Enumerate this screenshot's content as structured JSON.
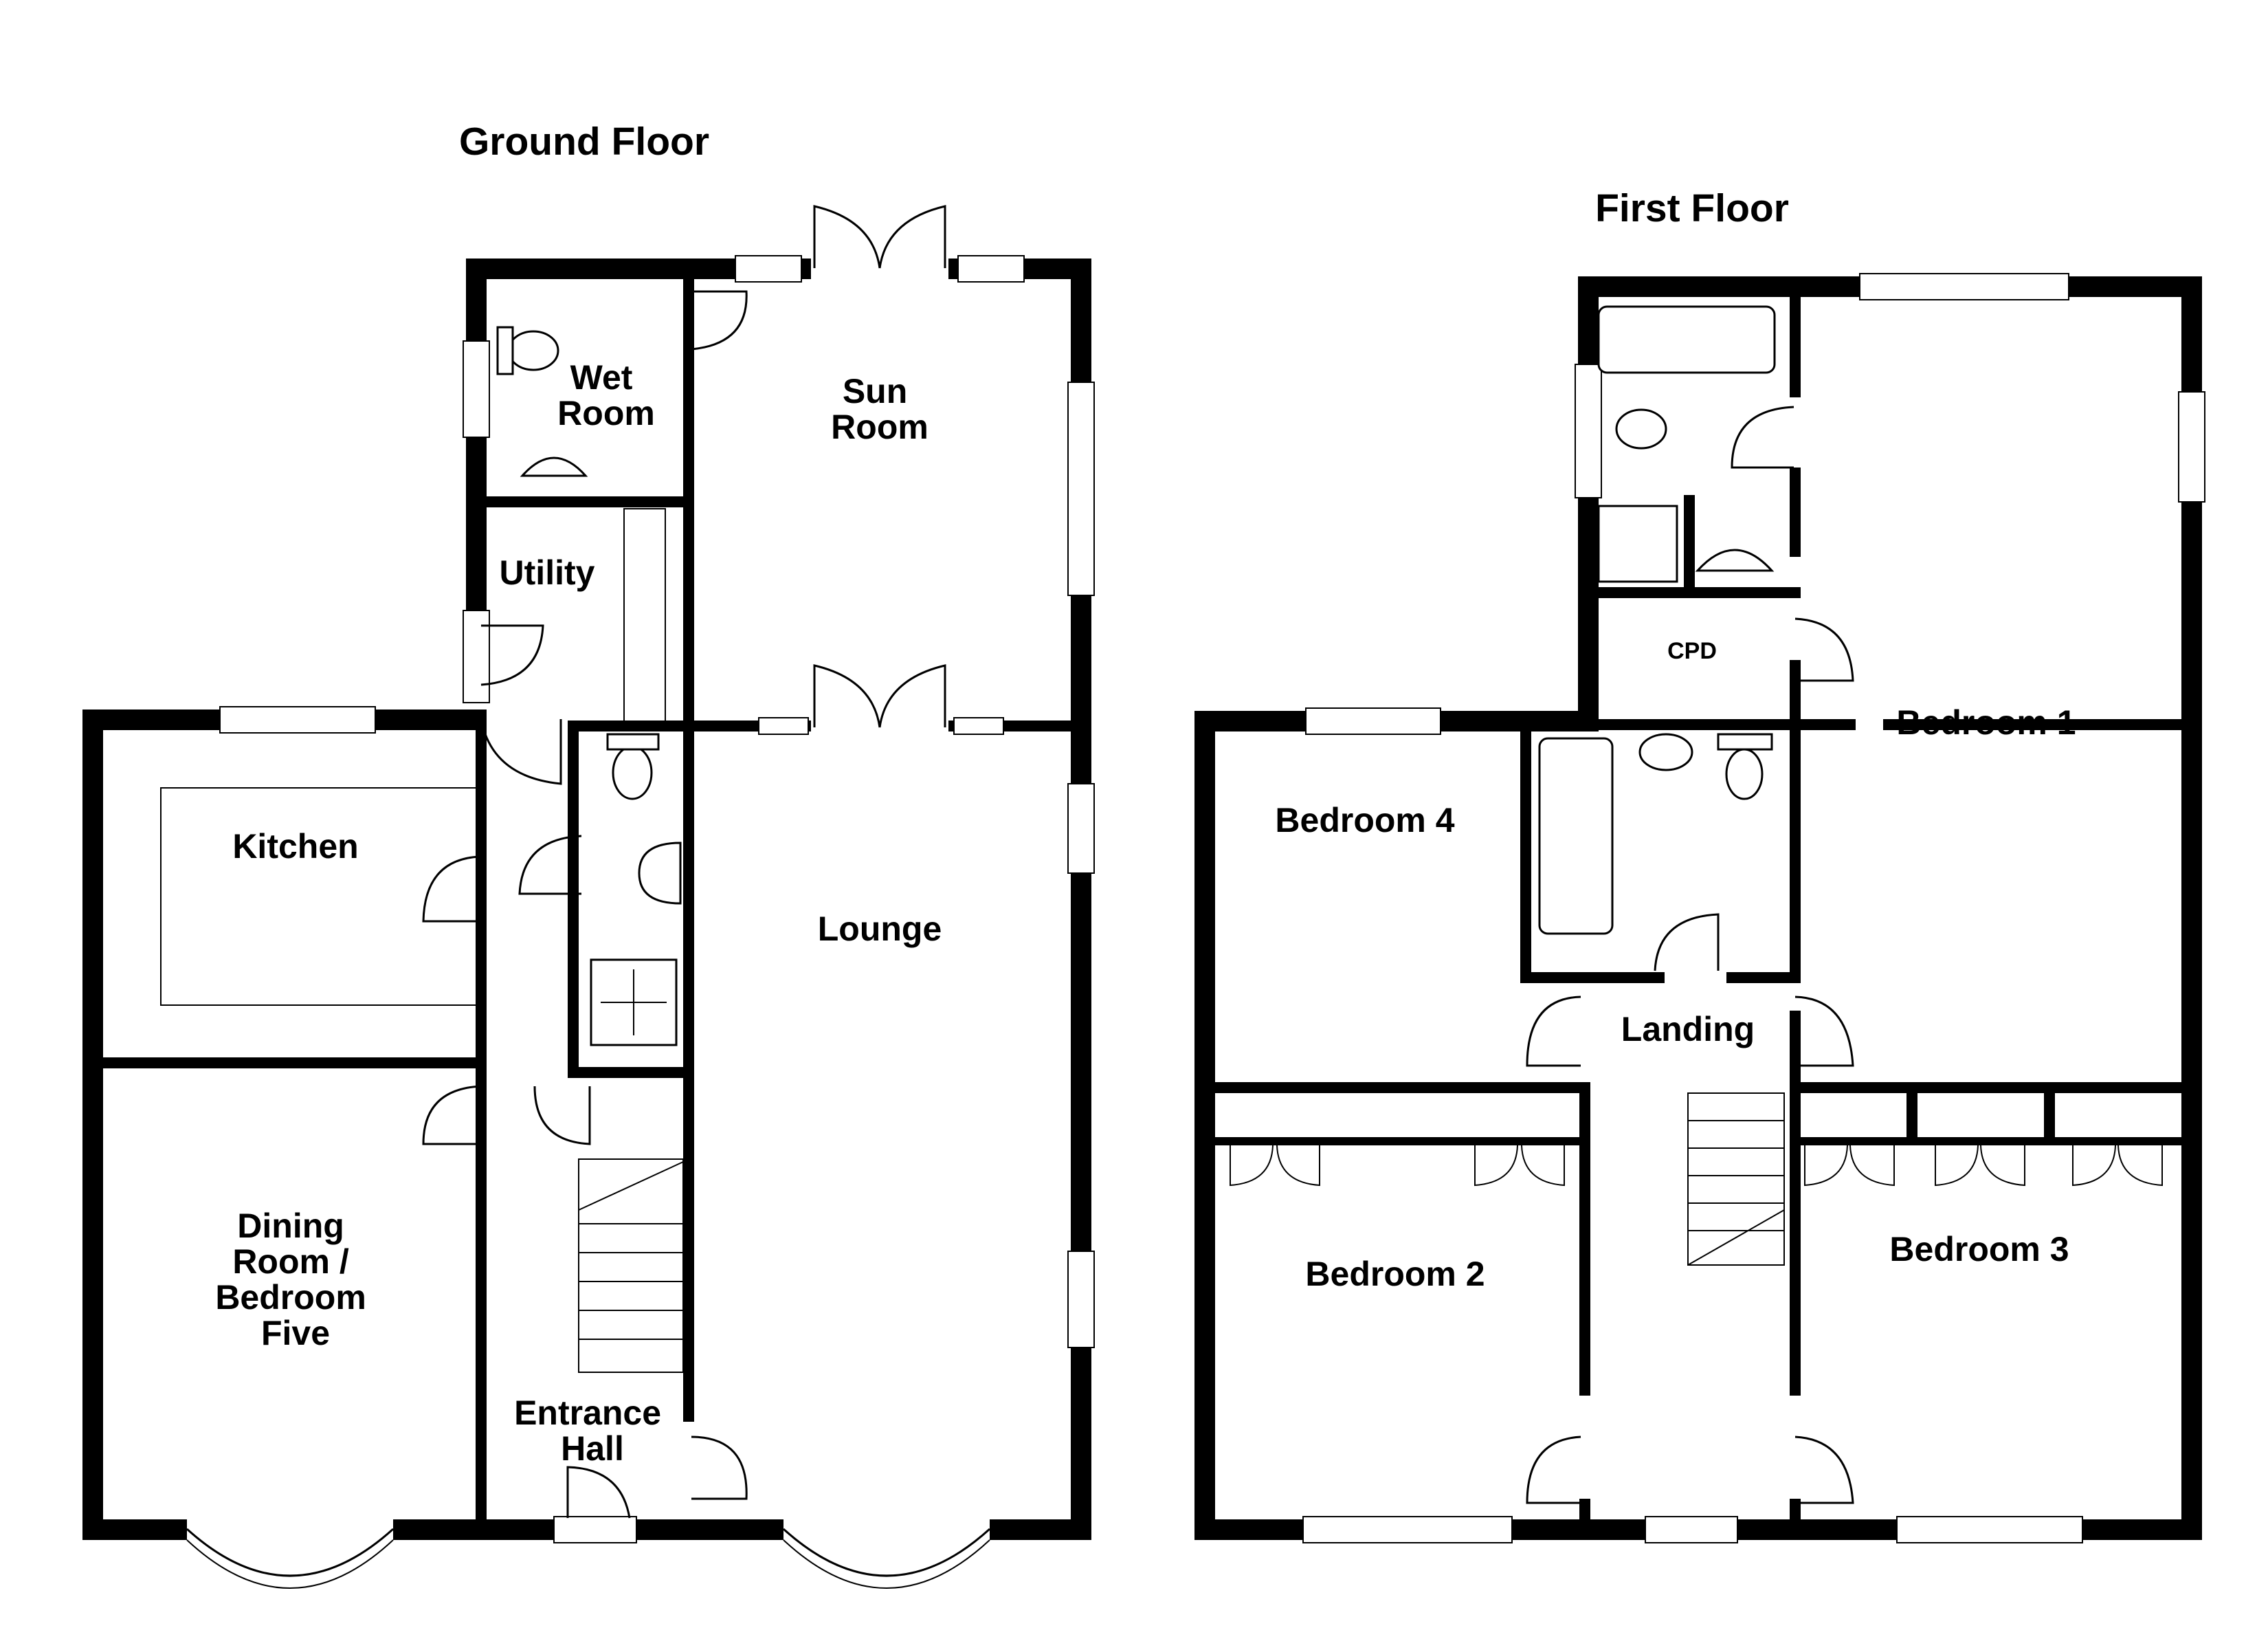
{
  "titles": {
    "ground": "Ground Floor",
    "first": "First Floor"
  },
  "rooms": {
    "wet_room": [
      "Wet",
      "Room"
    ],
    "sun_room": [
      "Sun",
      "Room"
    ],
    "utility": "Utility",
    "kitchen": "Kitchen",
    "lounge": "Lounge",
    "dining": [
      "Dining",
      "Room /",
      "Bedroom",
      "Five"
    ],
    "entrance": [
      "Entrance",
      "Hall"
    ],
    "cpd": "CPD",
    "bedroom1": "Bedroom 1",
    "bedroom2": "Bedroom 2",
    "bedroom3": "Bedroom 3",
    "bedroom4": "Bedroom 4",
    "landing": "Landing"
  }
}
